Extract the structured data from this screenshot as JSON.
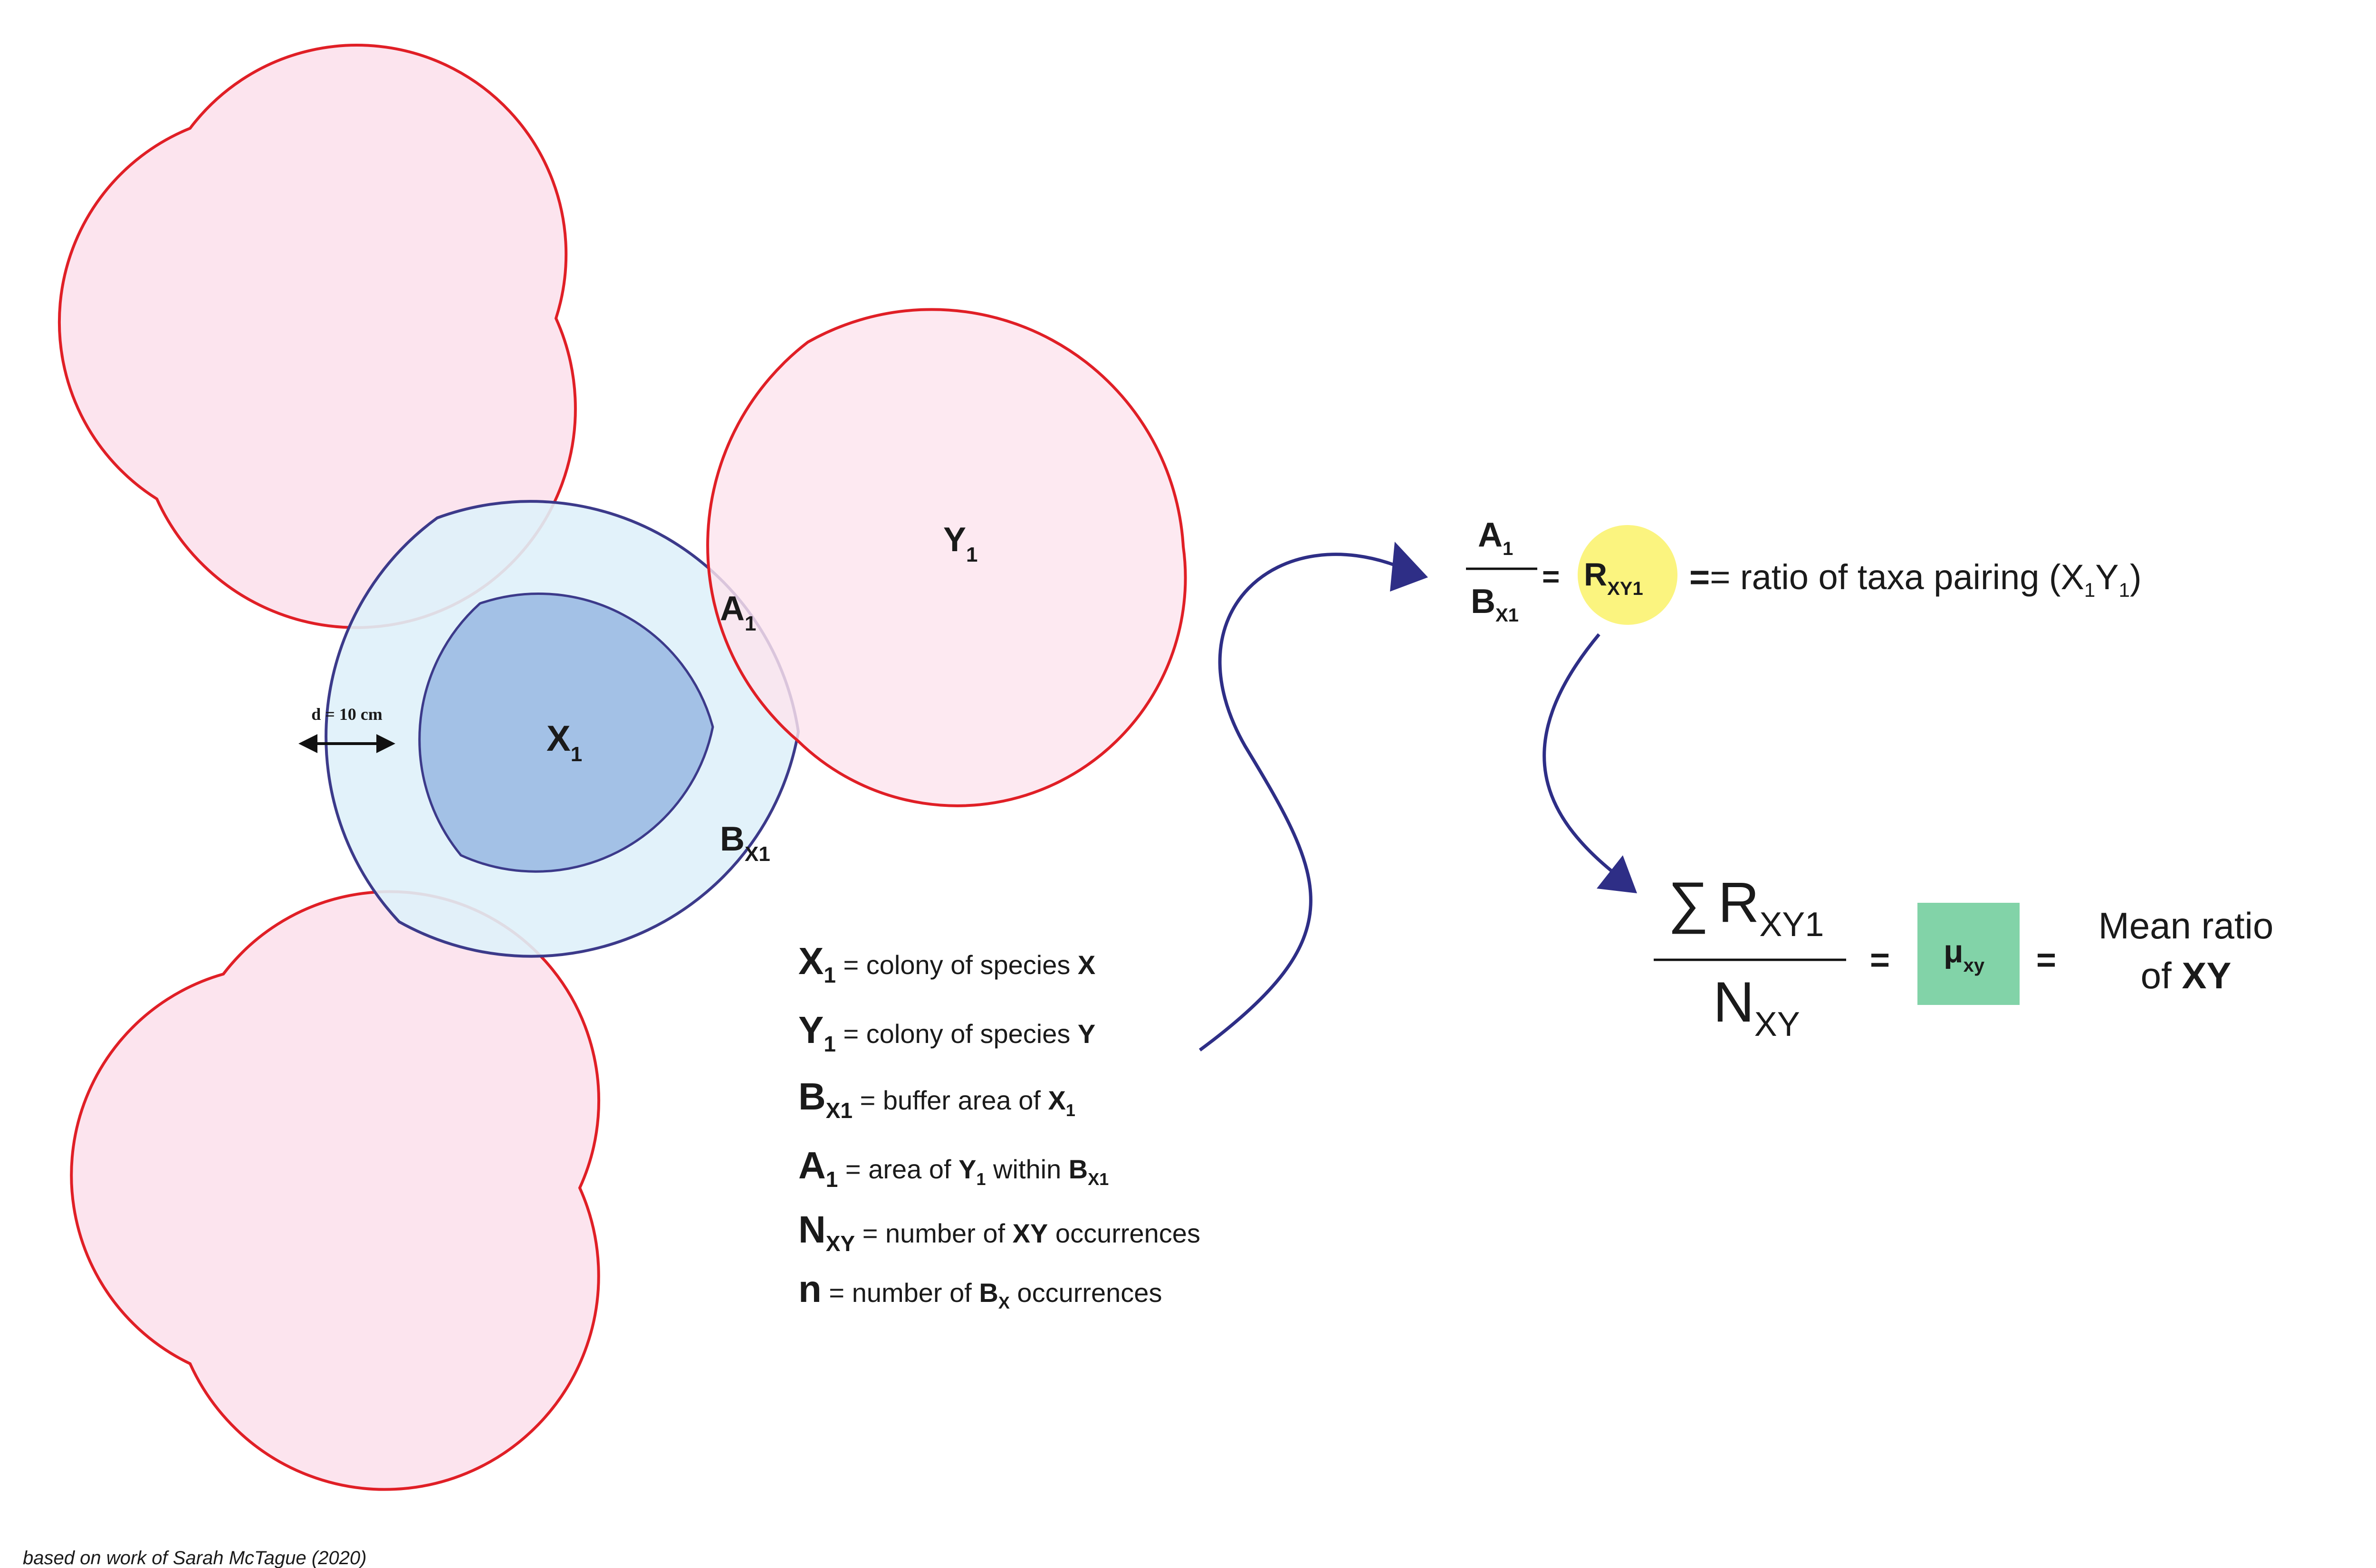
{
  "labels": {
    "y1": {
      "main": "Y",
      "sub": "1"
    },
    "a1": {
      "main": "A",
      "sub": "1"
    },
    "x1": {
      "main": "X",
      "sub": "1"
    },
    "bx1": {
      "main": "B",
      "sub": "X1"
    },
    "distance": "d = 10 cm"
  },
  "formula_ratio": {
    "numerator": {
      "main": "A",
      "sub": "1"
    },
    "denominator": {
      "main": "B",
      "sub": "X1"
    },
    "equals": "=",
    "result": {
      "main": "R",
      "sub": "XY1"
    },
    "description_prefix": "= ratio of taxa pairing (X",
    "description_sub1": "1",
    "description_mid": "Y",
    "description_sub2": "1",
    "description_suffix": ")"
  },
  "formula_mean": {
    "numerator": {
      "sigma": "∑",
      "main": "R",
      "sub": "XY1"
    },
    "denominator": {
      "main": "N",
      "sub": "XY"
    },
    "equals1": "=",
    "result": {
      "main": "μ",
      "sub": "xy"
    },
    "equals2": "=",
    "desc_line1": "Mean ratio",
    "desc_line2_prefix": "of ",
    "desc_line2_bold": "XY"
  },
  "legend": [
    {
      "sym": "X",
      "sub": "1",
      "text_before": " = colony of species ",
      "bold": "X",
      "tail": "",
      "tail_sub": ""
    },
    {
      "sym": "Y",
      "sub": "1",
      "text_before": " = colony of species ",
      "bold": "Y",
      "tail": "",
      "tail_sub": ""
    },
    {
      "sym": "B",
      "sub": "X1",
      "text_before": " = buffer area of ",
      "bold": "X",
      "bold_sub": "1",
      "tail": "",
      "tail_sub": ""
    },
    {
      "sym": "A",
      "sub": "1",
      "text_before": " = area of ",
      "bold": "Y",
      "bold_sub": "1",
      "tail": " within ",
      "tail_bold": "B",
      "tail_sub": "X1"
    },
    {
      "sym": "N",
      "sub": "XY",
      "text_before": " = number of ",
      "bold": "XY",
      "tail": " occurrences",
      "tail_sub": ""
    },
    {
      "sym": "n",
      "sub": "",
      "text_before": " = number of ",
      "bold": "B",
      "bold_sub": "X",
      "tail": " occurrences",
      "tail_sub": ""
    }
  ],
  "credit": "based on work of Sarah McTague (2020)",
  "colors": {
    "y_fill": "#fce4ee",
    "y_stroke": "#e01f26",
    "buffer_fill": "#dff1fa",
    "buffer_stroke": "#3c3a8a",
    "x_fill": "#a3c1e6",
    "arrow": "#2e2e86",
    "ratio_circle": "#fbf47f",
    "mean_box": "#82d3a8"
  }
}
